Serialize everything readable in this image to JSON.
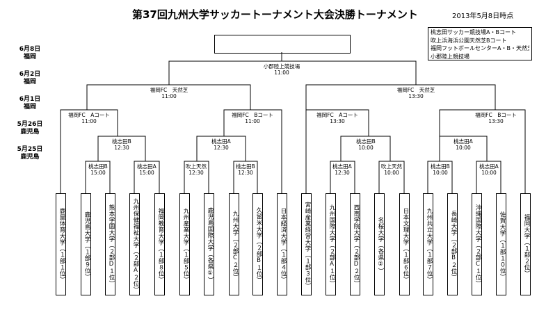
{
  "title": "第37回九州大学サッカートーナメント大会決勝トーナメント",
  "as_of": "2013年5月8日時点",
  "legend": [
    "桃志田サッカー競技場A・Bコート",
    "吹上浜海浜公園天然芝Bコート",
    "福岡フットボールセンターA・B・天然芝",
    "小郡陸上競技場"
  ],
  "dates": [
    {
      "line1": "6月8日",
      "line2": "福岡"
    },
    {
      "line1": "6月2日",
      "line2": "福岡"
    },
    {
      "line1": "6月1日",
      "line2": "福岡"
    },
    {
      "line1": "5月26日",
      "line2": "鹿児島"
    },
    {
      "line1": "5月25日",
      "line2": "鹿児島"
    }
  ],
  "matches": {
    "final": {
      "venue": "小郡陸上競技場",
      "time": "11:00"
    },
    "sf_left": {
      "venue": "福岡FC　天然芝",
      "time": "11:00"
    },
    "sf_right": {
      "venue": "福岡FC　天然芝",
      "time": "13:30"
    },
    "qf1": {
      "venue": "福岡FC　Aコート",
      "time": "11:00"
    },
    "qf2": {
      "venue": "福岡FC　Bコート",
      "time": "11:00"
    },
    "qf3": {
      "venue": "福岡FC　Aコート",
      "time": "13:30"
    },
    "qf4": {
      "venue": "福岡FC　Bコート",
      "time": "13:30"
    },
    "r2_1": {
      "venue": "桃志田B",
      "time": "12:30"
    },
    "r2_2": {
      "venue": "桃志田A",
      "time": "12:30"
    },
    "r2_3": {
      "venue": "桃志田B",
      "time": "10:00"
    },
    "r2_4": {
      "venue": "桃志田A",
      "time": "10:00"
    },
    "r1_1": {
      "venue": "桃志田B",
      "time": "15:00"
    },
    "r1_2": {
      "venue": "桃志田A",
      "time": "15:00"
    },
    "r1_3": {
      "venue": "吹上天然",
      "time": "12:30"
    },
    "r1_4": {
      "venue": "桃志田B",
      "time": "12:30"
    },
    "r1_5": {
      "venue": "桃志田A",
      "time": "12:30"
    },
    "r1_6": {
      "venue": "吹上天然",
      "time": "10:00"
    },
    "r1_7": {
      "venue": "桃志田B",
      "time": "10:00"
    },
    "r1_8": {
      "venue": "桃志田A",
      "time": "10:00"
    }
  },
  "teams": [
    "鹿屋体育大学（１部１位）",
    "鹿児島大学（１部９位）",
    "熊本学園大学（２部D１位）",
    "九州保健福祉大学（２部A２位）",
    "福岡教育大学（１部８位）",
    "九州産業大学（１部５位）",
    "鹿児島国際大学（各県①）",
    "九州大学（２部C２位）",
    "久留米大学（２部B１位）",
    "日本経済大学（１部４位）",
    "宮崎産業経営大学（１部３位）",
    "九州国際大学（２部A１位）",
    "西南学院大学（２部D２位）",
    "名桜大学（各県②）",
    "日本文理大学（１部６位）",
    "九州共立大学（１部７位）",
    "長崎大学（２部B２位）",
    "沖縄国際大学（２部C１位）",
    "佐賀大学（１部１０位）",
    "福岡大学（１部２位）"
  ]
}
